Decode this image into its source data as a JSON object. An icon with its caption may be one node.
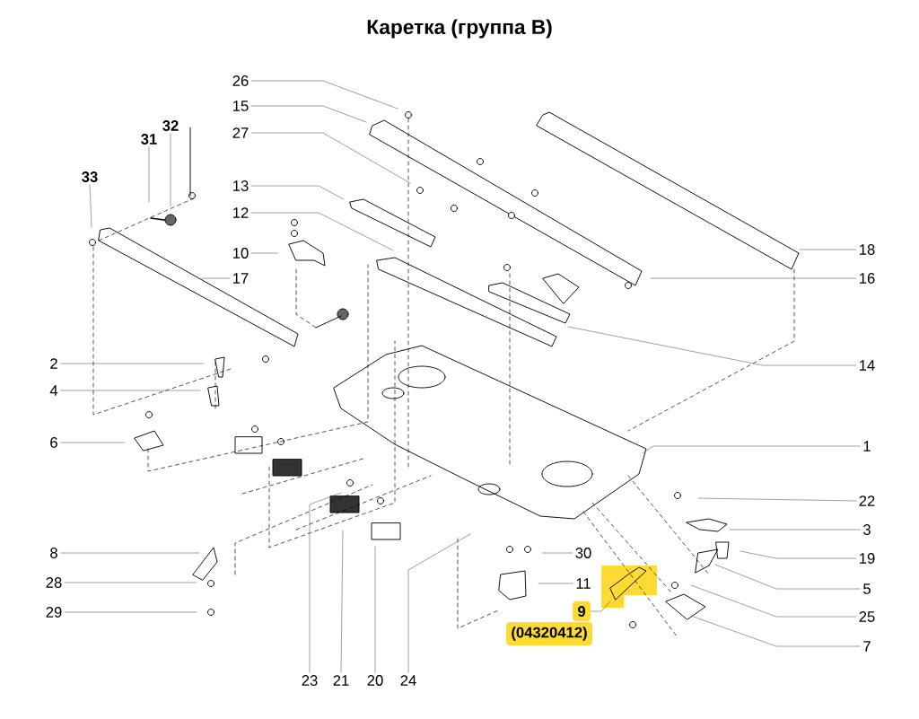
{
  "diagram": {
    "title": "Каретка (группа B)",
    "nodes": [
      {
        "text": [
          "26"
        ]
      },
      {
        "text": [
          "15"
        ]
      },
      {
        "text": [
          "27"
        ]
      },
      {
        "text": [
          "32"
        ]
      },
      {
        "text": [
          "31"
        ]
      },
      {
        "text": [
          "13"
        ]
      },
      {
        "text": [
          "33"
        ]
      },
      {
        "text": [
          "12"
        ]
      },
      {
        "text": [
          "10"
        ]
      },
      {
        "text": [
          "18"
        ]
      },
      {
        "text": [
          "17"
        ]
      },
      {
        "text": [
          "16"
        ]
      },
      {
        "text": [
          "14"
        ]
      },
      {
        "text": [
          "2"
        ]
      },
      {
        "text": [
          "4"
        ]
      },
      {
        "text": [
          "6"
        ]
      },
      {
        "text": [
          "1"
        ]
      },
      {
        "text": [
          "22"
        ]
      },
      {
        "text": [
          "3"
        ]
      },
      {
        "text": [
          "19"
        ]
      },
      {
        "text": [
          "30"
        ]
      },
      {
        "text": [
          "8"
        ]
      },
      {
        "text": [
          "11"
        ]
      },
      {
        "text": [
          "5"
        ]
      },
      {
        "text": [
          "28"
        ]
      },
      {
        "text": [
          "9"
        ]
      },
      {
        "text": [
          "25"
        ]
      },
      {
        "text": [
          "(04320412)"
        ]
      },
      {
        "text": [
          "29"
        ]
      },
      {
        "text": [
          "7"
        ]
      },
      {
        "text": [
          "23"
        ]
      },
      {
        "text": [
          "21"
        ]
      },
      {
        "text": [
          "20"
        ]
      },
      {
        "text": [
          "24"
        ]
      }
    ],
    "edges": [
      {
        "from": 0,
        "to": null,
        "arrow": "none"
      },
      {
        "from": 1,
        "to": null,
        "arrow": "none"
      },
      {
        "from": 2,
        "to": null,
        "arrow": "none"
      },
      {
        "from": 3,
        "to": null,
        "arrow": "none"
      },
      {
        "from": 4,
        "to": null,
        "arrow": "none"
      },
      {
        "from": 5,
        "to": null,
        "arrow": "none"
      },
      {
        "from": 6,
        "to": null,
        "arrow": "none"
      },
      {
        "from": 7,
        "to": null,
        "arrow": "none"
      },
      {
        "from": 8,
        "to": null,
        "arrow": "none"
      },
      {
        "from": 9,
        "to": null,
        "arrow": "none"
      },
      {
        "from": 10,
        "to": null,
        "arrow": "none"
      },
      {
        "from": 11,
        "to": null,
        "arrow": "none"
      },
      {
        "from": 12,
        "to": null,
        "arrow": "none"
      },
      {
        "from": 13,
        "to": null,
        "arrow": "none"
      },
      {
        "from": 14,
        "to": null,
        "arrow": "none"
      },
      {
        "from": 15,
        "to": null,
        "arrow": "none"
      },
      {
        "from": 16,
        "to": null,
        "arrow": "none"
      },
      {
        "from": 17,
        "to": null,
        "arrow": "none"
      },
      {
        "from": 18,
        "to": null,
        "arrow": "none"
      },
      {
        "from": 19,
        "to": null,
        "arrow": "none"
      },
      {
        "from": 20,
        "to": null,
        "arrow": "none"
      },
      {
        "from": 21,
        "to": null,
        "arrow": "none"
      },
      {
        "from": 22,
        "to": null,
        "arrow": "none"
      },
      {
        "from": 23,
        "to": null,
        "arrow": "none"
      },
      {
        "from": 24,
        "to": null,
        "arrow": "none"
      },
      {
        "from": 25,
        "to": null,
        "arrow": "none"
      },
      {
        "from": 26,
        "to": null,
        "arrow": "none"
      },
      {
        "from": 28,
        "to": null,
        "arrow": "none"
      },
      {
        "from": 29,
        "to": null,
        "arrow": "none"
      },
      {
        "from": 30,
        "to": null,
        "arrow": "none"
      },
      {
        "from": 31,
        "to": null,
        "arrow": "none"
      },
      {
        "from": 32,
        "to": null,
        "arrow": "none"
      },
      {
        "from": 33,
        "to": null,
        "arrow": "none"
      }
    ]
  }
}
